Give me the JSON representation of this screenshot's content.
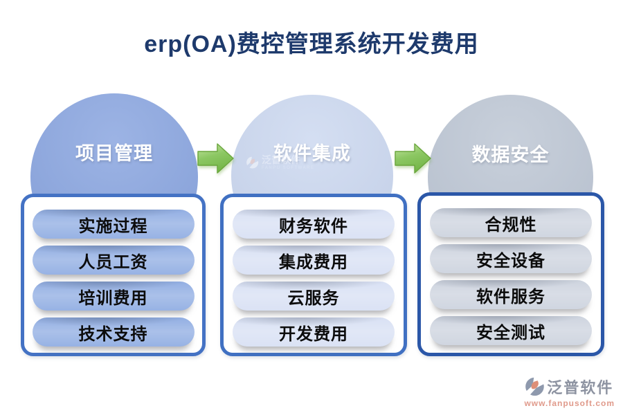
{
  "title": {
    "text": "erp(OA)费控管理系统开发费用",
    "color": "#1e3a6c"
  },
  "columns": [
    {
      "circle_label": "项目管理",
      "circle_color": "#8ca7e0",
      "box_border_color": "#4472c4",
      "pill_color": "#93afe3",
      "items": [
        "实施过程",
        "人员工资",
        "培训费用",
        "技术支持"
      ]
    },
    {
      "circle_label": "软件集成",
      "circle_color": "#cdd9f0",
      "box_border_color": "#4070c2",
      "pill_color": "#d9e1f4",
      "items": [
        "财务软件",
        "集成费用",
        "云服务",
        "开发费用"
      ]
    },
    {
      "circle_label": "数据安全",
      "circle_color": "#bfc8d5",
      "box_border_color": "#2b57a8",
      "pill_color": "#ced4df",
      "items": [
        "合规性",
        "安全设备",
        "软件服务",
        "安全测试"
      ]
    }
  ],
  "arrow": {
    "color_light": "#c8e6a6",
    "color_mid": "#8cc763",
    "color_dark": "#74b648",
    "outline": "#6aa63c"
  },
  "center_watermark": {
    "brand": "泛普软件",
    "subtitle": "FANPU SOFTWARE"
  },
  "footer": {
    "brand": "泛普软件",
    "url": "www.fanpusoft.com",
    "brand_color": "#8d93a1",
    "url_color": "#e09a8b",
    "logo_accent": "#dd8e77",
    "logo_gray": "#8e99ad"
  }
}
